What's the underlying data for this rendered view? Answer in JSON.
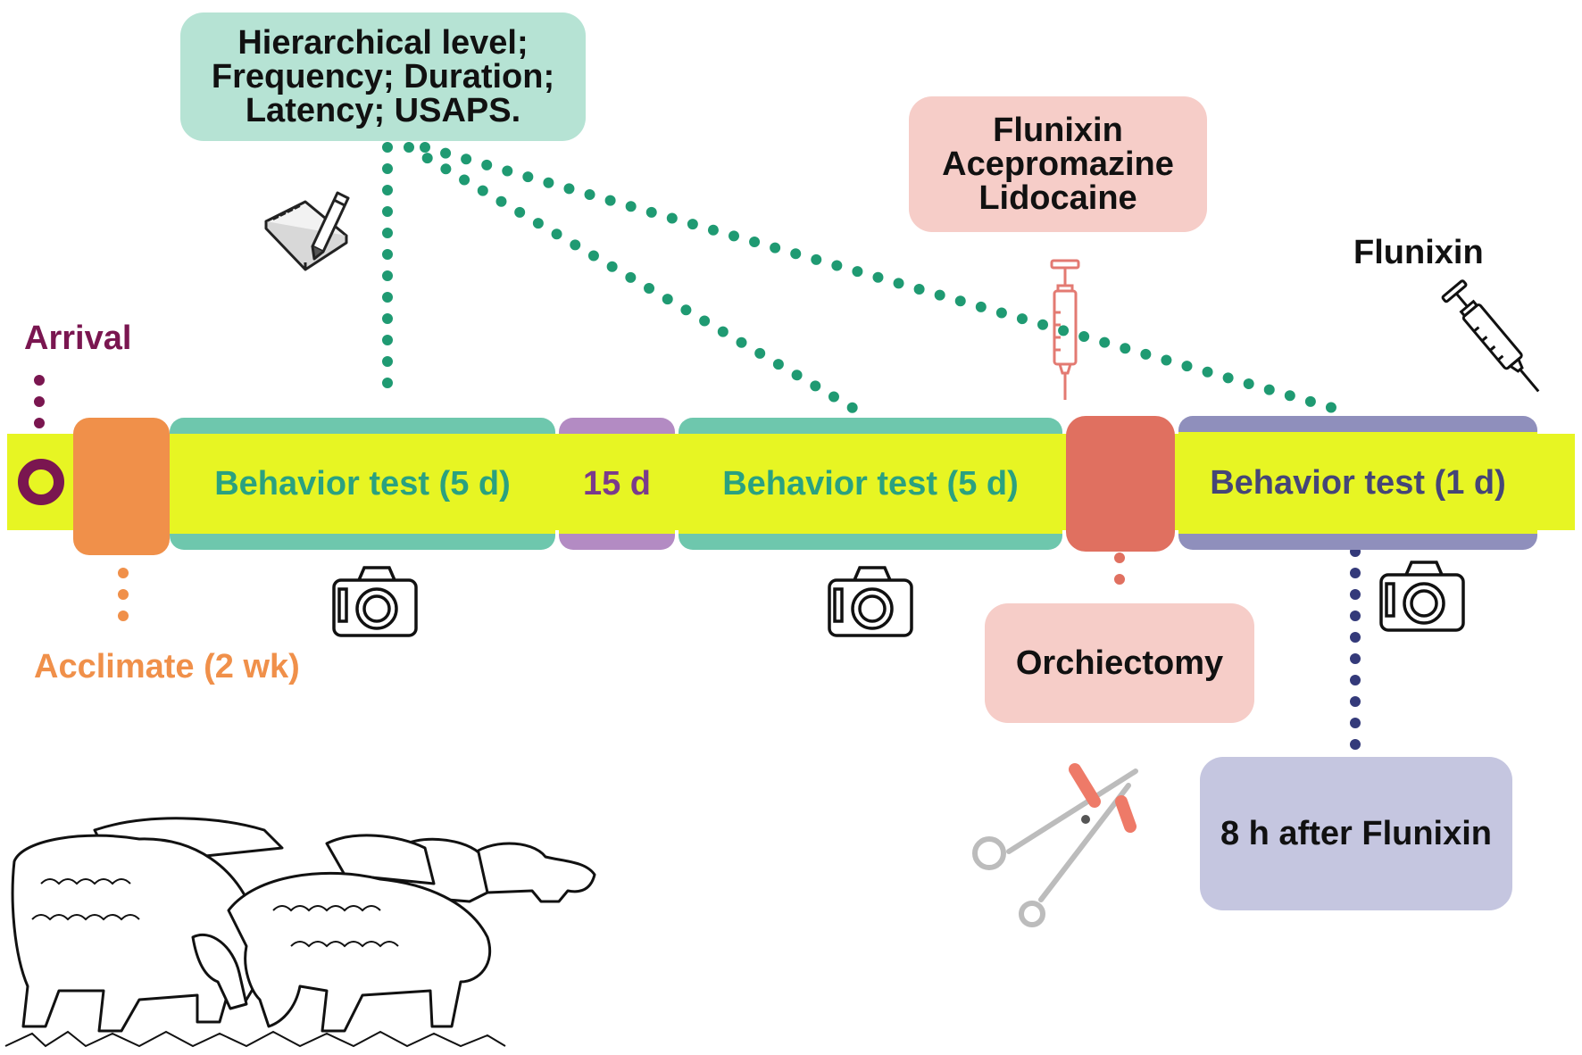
{
  "colors": {
    "track": "#e7f523",
    "arrival": "#7a1650",
    "acclimate": "#f0904a",
    "test_teal": "#6ec7ad",
    "test_text": "#2aa180",
    "gap": "#b38bc3",
    "gap_text": "#7a3a8c",
    "surgery": "#e07060",
    "final_test": "#8f8fbc",
    "final_text": "#454577",
    "note_teal": "#b6e3d4",
    "note_pink": "#f6cdc8",
    "note_lavender": "#c5c6e0",
    "dots_teal": "#1f9a72",
    "dots_orange": "#f0904a",
    "dots_red": "#e07060",
    "dots_navy": "#343a7a",
    "dots_maroon": "#7a1650"
  },
  "labels": {
    "arrival": "Arrival",
    "acclimate": "Acclimate (2 wk)",
    "test1": "Behavior test (5 d)",
    "gap": "15 d",
    "test2": "Behavior test (5 d)",
    "test3": "Behavior test (1 d)",
    "measures": "Hierarchical level;\nFrequency; Duration;\nLatency; USAPS.",
    "drugs": "Flunixin\nAcepromazine\nLidocaine",
    "flunixin": "Flunixin",
    "orchiectomy": "Orchiectomy",
    "after": "8 h after Flunixin"
  },
  "icons": [
    "notepad-pencil-icon",
    "camera-icon",
    "syringe-icon",
    "scissors-icon",
    "sheep-flock-illustration"
  ]
}
